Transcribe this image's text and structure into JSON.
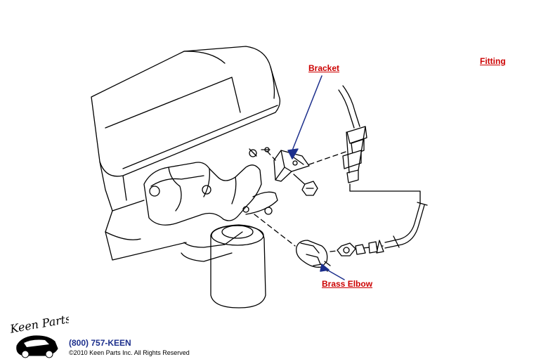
{
  "labels": {
    "bracket": "Bracket",
    "fitting": "Fitting",
    "brass_elbow": "Brass Elbow"
  },
  "footer": {
    "logo_text": "Keen Parts",
    "phone": "(800) 757-KEEN",
    "copyright": "©2010 Keen Parts Inc. All Rights Reserved"
  },
  "colors": {
    "label": "#cc0000",
    "arrow": "#1c2f8c",
    "line": "#000000"
  }
}
